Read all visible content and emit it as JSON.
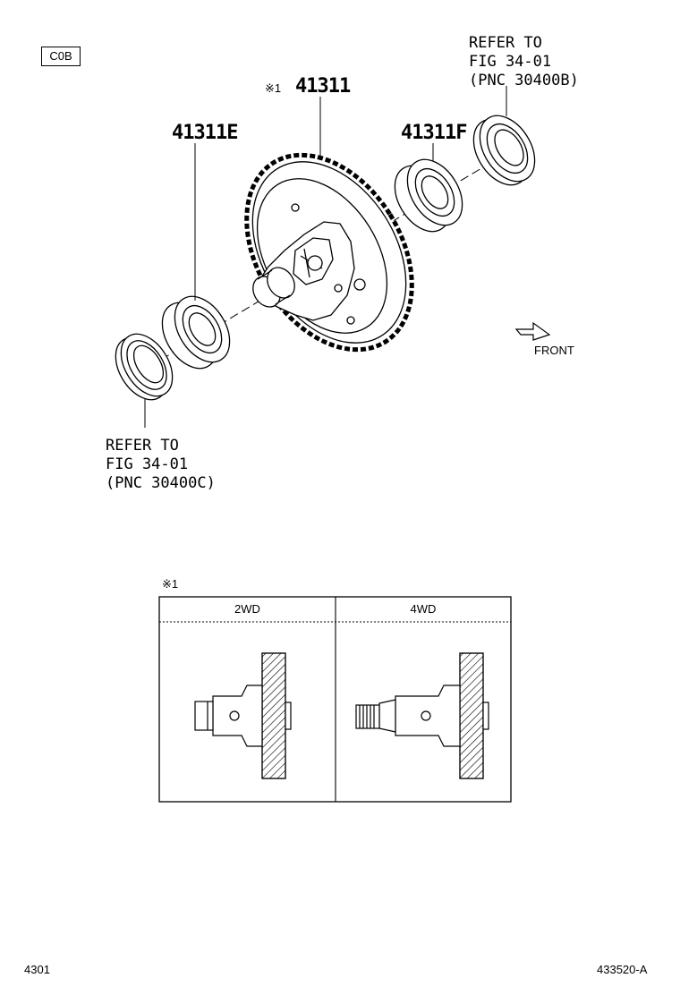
{
  "cob_tag": "C0B",
  "main_part": {
    "prefix": "※1",
    "number": "41311"
  },
  "left_bearing": "41311E",
  "right_bearing": "41311F",
  "refer_right": {
    "line1": "REFER TO",
    "line2": "FIG 34-01",
    "line3": "(PNC 30400B)"
  },
  "refer_left": {
    "line1": "REFER TO",
    "line2": "FIG 34-01",
    "line3": "(PNC 30400C)"
  },
  "front_label": "FRONT",
  "variant_table": {
    "marker": "※1",
    "columns": [
      "2WD",
      "4WD"
    ]
  },
  "footer": {
    "left": "4301",
    "right": "433520-A"
  }
}
